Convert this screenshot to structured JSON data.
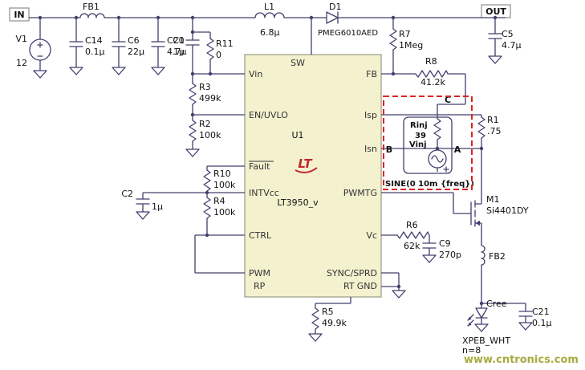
{
  "watermark": "www.cntronics.com",
  "flags": {
    "in": "IN",
    "out": "OUT"
  },
  "colors": {
    "wire": "#40406e",
    "ic_fill": "#f4f1cf",
    "dashed_box": "#dd2222",
    "watermark": "#a9a93f",
    "logo": "#c1272d"
  },
  "ic": {
    "ref": "U1",
    "part": "LT3950_v",
    "logo": "LT",
    "pins": {
      "vin": "Vin",
      "en": "EN/UVLO",
      "fault": "Fault",
      "intvcc": "INTVcc",
      "ctrl": "CTRL",
      "pwm": "PWM",
      "rp": "RP",
      "sw": "SW",
      "fb": "FB",
      "isp": "Isp",
      "isn": "Isn",
      "pwmtg": "PWMTG",
      "vc": "Vc",
      "sync": "SYNC/SPRD",
      "gnd": "GND",
      "rt": "RT"
    }
  },
  "components": {
    "V1": {
      "ref": "V1",
      "value": "12"
    },
    "FB1": {
      "ref": "FB1"
    },
    "C14": {
      "ref": "C14",
      "value": "0.1µ"
    },
    "C6": {
      "ref": "C6",
      "value": "22µ"
    },
    "C20": {
      "ref": "C20",
      "value": "4.7µ"
    },
    "C1": {
      "ref": "C1",
      "value": "1µ"
    },
    "R11": {
      "ref": "R11",
      "value": "0"
    },
    "R3": {
      "ref": "R3",
      "value": "499k"
    },
    "R2": {
      "ref": "R2",
      "value": "100k"
    },
    "C2": {
      "ref": "C2",
      "value": "1µ"
    },
    "R10": {
      "ref": "R10",
      "value": "100k"
    },
    "R4": {
      "ref": "R4",
      "value": "100k"
    },
    "L1": {
      "ref": "L1",
      "value": "6.8µ"
    },
    "D1": {
      "ref": "D1",
      "value": "PMEG6010AED"
    },
    "R7": {
      "ref": "R7",
      "value": "1Meg"
    },
    "R8": {
      "ref": "R8",
      "value": "41.2k"
    },
    "C5": {
      "ref": "C5",
      "value": "4.7µ"
    },
    "R1": {
      "ref": "R1",
      "value": ".75"
    },
    "R6": {
      "ref": "R6",
      "value": "62k"
    },
    "C9": {
      "ref": "C9",
      "value": "270p"
    },
    "M1": {
      "ref": "M1",
      "value": "Si4401DY"
    },
    "FB2": {
      "ref": "FB2"
    },
    "LED": {
      "ref": "Cree",
      "value": "XPEB_WHT",
      "count": "n=8"
    },
    "C21": {
      "ref": "C21",
      "value": "0.1µ"
    },
    "R5": {
      "ref": "R5",
      "value": "49.9k"
    }
  },
  "injection": {
    "c": "C",
    "b": "B",
    "a": "A",
    "rinj_ref": "Rinj",
    "rinj_value": "39",
    "vinj_ref": "Vinj",
    "vinj_value": "SINE(0 10m {freq})"
  }
}
